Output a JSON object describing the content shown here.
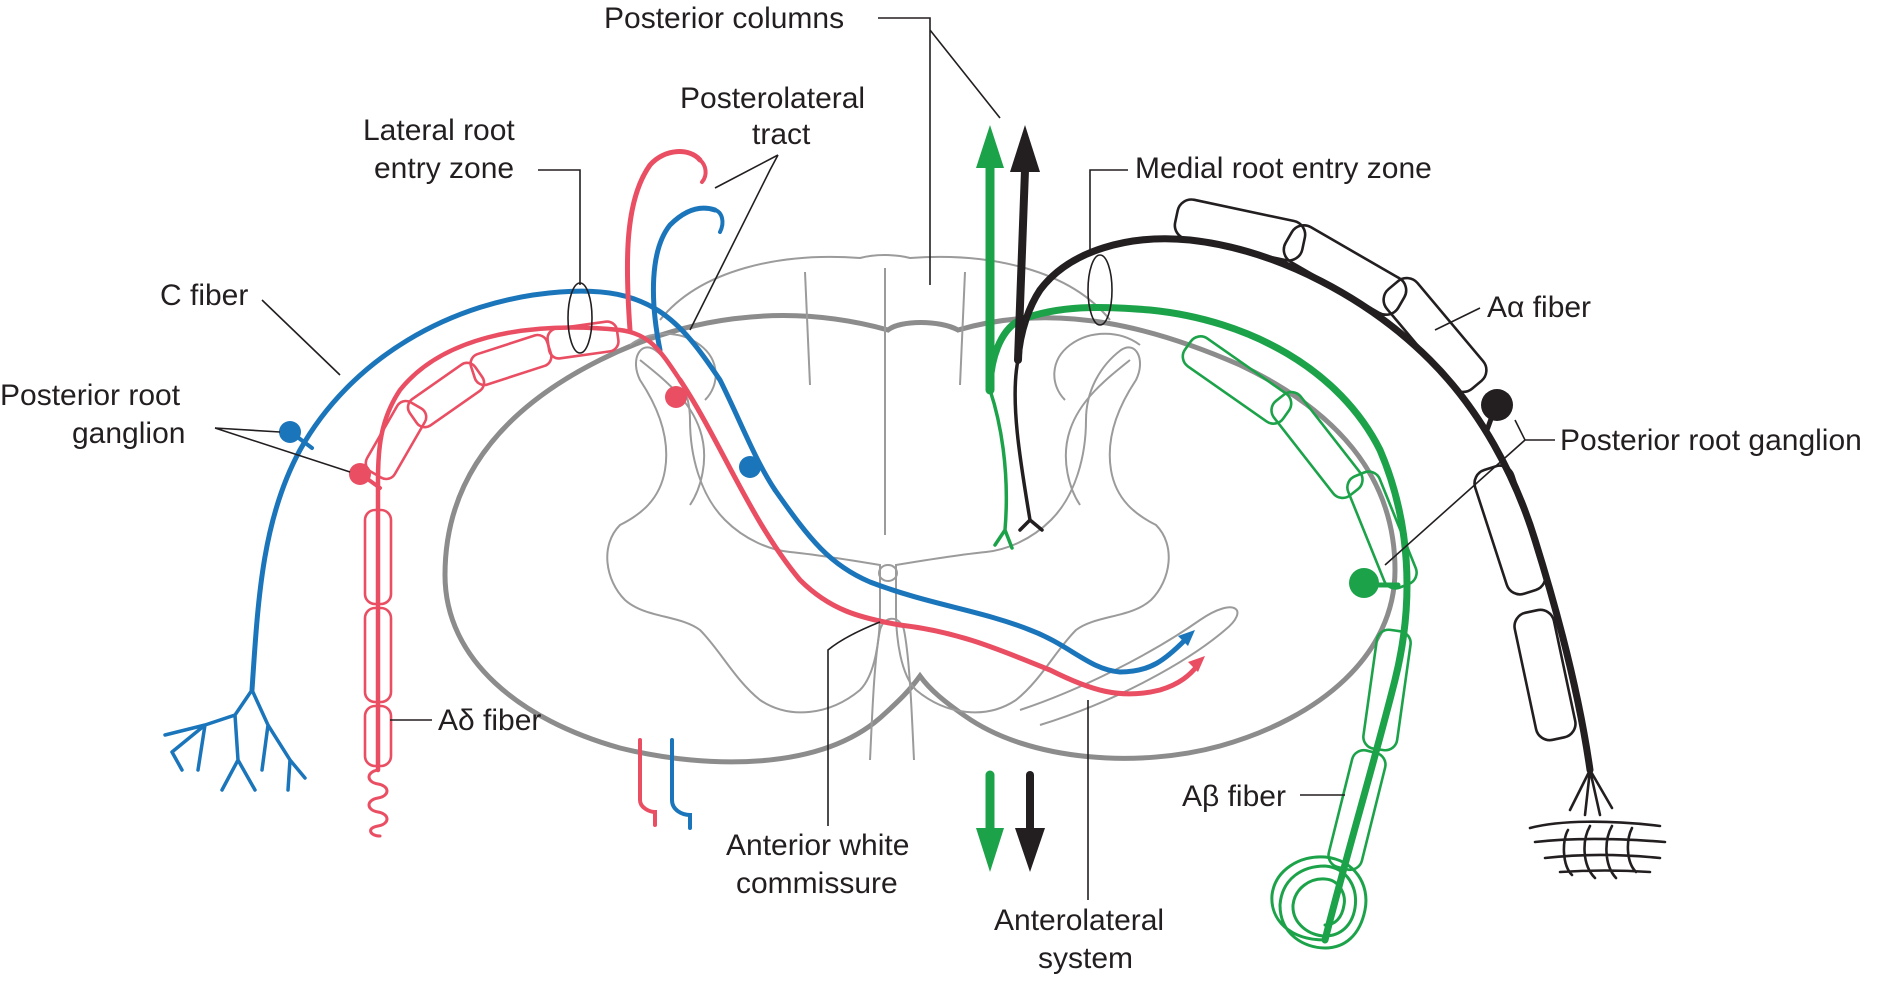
{
  "labels": {
    "posterior_columns": "Posterior columns",
    "posterolateral_tract_1": "Posterolateral",
    "posterolateral_tract_2": "tract",
    "lateral_root_entry_zone_1": "Lateral root",
    "lateral_root_entry_zone_2": "entry zone",
    "medial_root_entry_zone": "Medial root entry zone",
    "c_fiber": "C fiber",
    "posterior_root_ganglion_left_1": "Posterior root",
    "posterior_root_ganglion_left_2": "ganglion",
    "a_alpha_fiber": "Aα fiber",
    "posterior_root_ganglion_right": "Posterior root ganglion",
    "a_delta_fiber": "Aδ fiber",
    "a_beta_fiber": "Aβ fiber",
    "anterior_white_commissure_1": "Anterior white",
    "anterior_white_commissure_2": "commissure",
    "anterolateral_system_1": "Anterolateral",
    "anterolateral_system_2": "system"
  },
  "colors": {
    "c_fiber": "#1b75bb",
    "a_delta_fiber": "#e94e63",
    "a_beta_fiber": "#1ca34a",
    "a_alpha_fiber": "#231f20",
    "cord_outline": "#8c8c8c",
    "gray_matter": "#9b9b9b"
  }
}
